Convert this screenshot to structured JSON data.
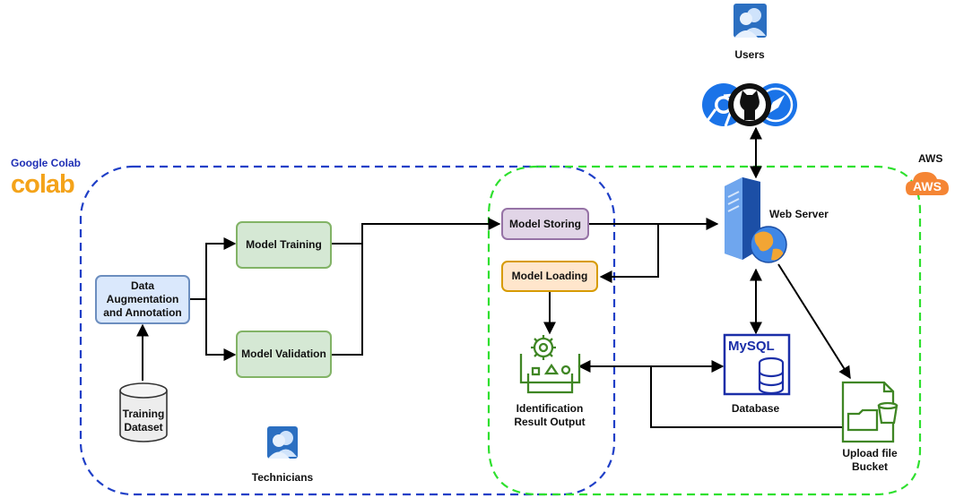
{
  "regions": {
    "colab": {
      "title": "Google Colab",
      "logo_text": "colab",
      "logo_colors": [
        "#f9ab00",
        "#e8710a"
      ],
      "border_color": "#1f3fc7"
    },
    "aws": {
      "title": "AWS",
      "logo_text": "AWS",
      "logo_color": "#f58534",
      "border_color": "#2ee02e"
    }
  },
  "nodes": {
    "data_augmentation": {
      "label_lines": [
        "Data",
        "Augmentation",
        "and Annotation"
      ]
    },
    "model_training": {
      "label": "Model Training"
    },
    "model_validation": {
      "label": "Model Validation"
    },
    "training_dataset": {
      "label_lines": [
        "Training",
        "Dataset"
      ]
    },
    "technicians": {
      "label": "Technicians",
      "icon": "users-icon"
    },
    "model_storing": {
      "label": "Model Storing"
    },
    "model_loading": {
      "label": "Model Loading"
    },
    "identification_output": {
      "label_lines": [
        "Identification",
        "Result Output"
      ],
      "icon": "sagemaker-model-icon"
    },
    "web_server": {
      "label": "Web Server",
      "icon": "web-server-icon"
    },
    "database": {
      "label": "Database",
      "logo_text": "MySQL",
      "icon": "database-icon"
    },
    "upload_bucket": {
      "label_lines": [
        "Upload file",
        "Bucket"
      ],
      "icon": "s3-bucket-icon"
    },
    "users": {
      "label": "Users",
      "icon": "users-icon"
    },
    "browsers": {
      "icons": [
        "chrome-icon",
        "github-icon",
        "safari-icon"
      ]
    }
  },
  "colors": {
    "edge": "#000000",
    "icon_blue": "#1a73e8",
    "icon_green": "#3f8624",
    "db_blue": "#1a2ea8"
  }
}
